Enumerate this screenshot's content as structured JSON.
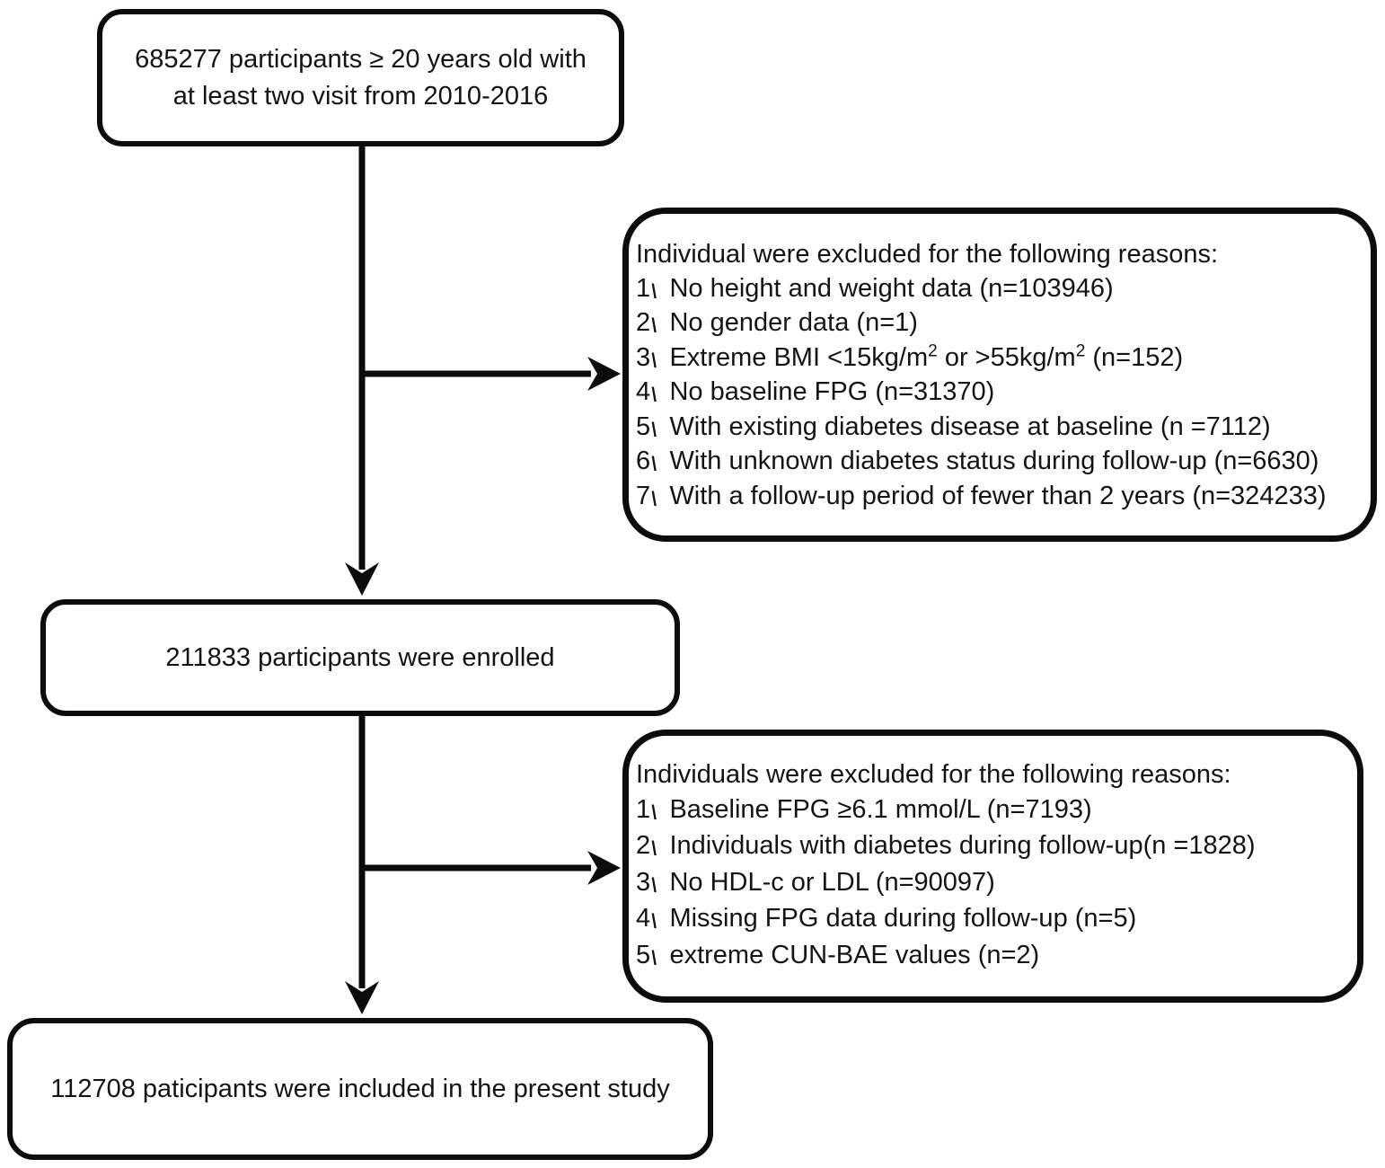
{
  "flowchart": {
    "colors": {
      "background": "#ffffff",
      "box_border": "#0c0c0c",
      "line": "#0c0c0c",
      "text": "#141414"
    },
    "marker_glyph": "、",
    "start": {
      "text": "685277 participants ≥ 20 years old with at least two visit from 2010-2016"
    },
    "exclusion1": {
      "header": "Individual were excluded for the following reasons:",
      "items": [
        {
          "num": "1",
          "text": "No height and weight data (n=103946)"
        },
        {
          "num": "2",
          "text": "No  gender data (n=1)"
        },
        {
          "num": "3",
          "text": "Extreme BMI <15kg/m^2 or >55kg/m^2 (n=152)"
        },
        {
          "num": "4",
          "text": "No baseline FPG (n=31370)"
        },
        {
          "num": "5",
          "text": "With existing diabetes disease at baseline (n =7112)"
        },
        {
          "num": "6",
          "text": "With unknown diabetes status during follow-up (n=6630)"
        },
        {
          "num": "7",
          "text": "With a follow-up period of fewer than 2 years (n=324233)"
        }
      ]
    },
    "enrolled": {
      "text": "211833 participants were enrolled"
    },
    "exclusion2": {
      "header": "Individuals were excluded for the following reasons:",
      "items": [
        {
          "num": "1",
          "text": "Baseline FPG ≥6.1 mmol/L (n=7193)"
        },
        {
          "num": "2",
          "text": "Individuals with diabetes during follow-up(n =1828)"
        },
        {
          "num": "3",
          "text": "No HDL-c or LDL (n=90097)"
        },
        {
          "num": "4",
          "text": "Missing FPG data during follow-up (n=5)"
        },
        {
          "num": "5",
          "text": "extreme CUN-BAE values (n=2)"
        }
      ]
    },
    "final": {
      "text": "112708 paticipants were included in the present study"
    }
  }
}
